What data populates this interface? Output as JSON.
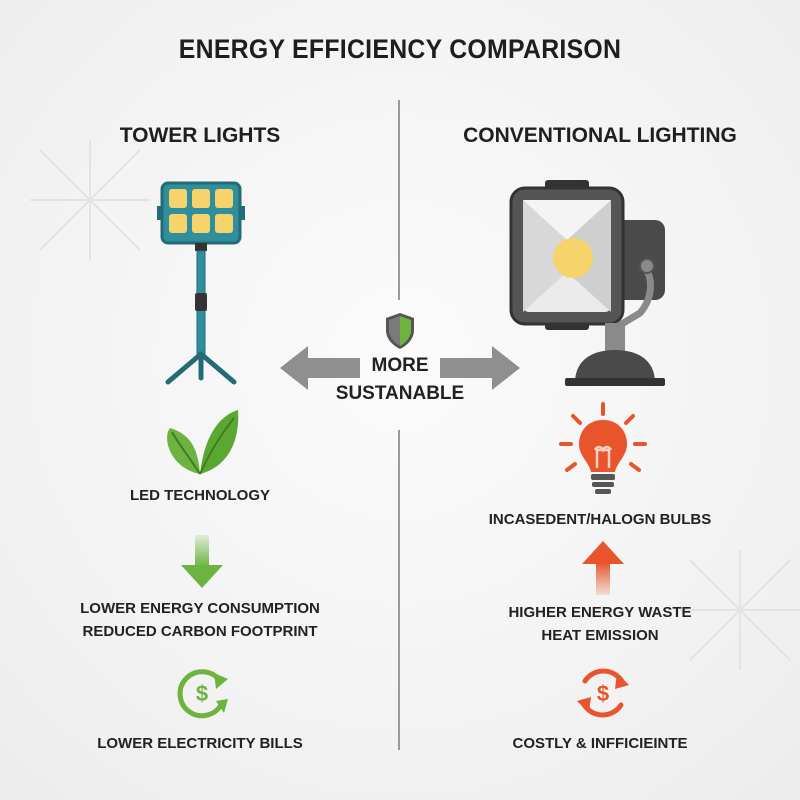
{
  "title": "ENERGY EFFICIENCY COMPARISON",
  "left": {
    "heading": "TOWER LIGHTS",
    "tech_label": "LED TECHNOLOGY",
    "benefit_line1": "LOWER ENERGY CONSUMPTION",
    "benefit_line2": "REDUCED CARBON FOOTPRINT",
    "cost_label": "LOWER ELECTRICITY BILLS"
  },
  "right": {
    "heading": "CONVENTIONAL LIGHTING",
    "tech_label": "INCASEDENT/HALOGN BULBS",
    "drawback_line1": "HIGHER ENERGY WASTE",
    "drawback_line2": "HEAT EMISSION",
    "cost_label": "COSTLY & INFFICIEINTE"
  },
  "center": {
    "line1": "MORE",
    "line2": "SUSTANABLE"
  },
  "icons": {
    "tower": "led-tower-light-icon",
    "flood": "flood-lamp-icon",
    "leaf": "leaf-icon",
    "bulb": "light-bulb-icon",
    "down_arrow": "down-arrow-icon",
    "up_arrow": "up-arrow-icon",
    "dollar_left": "dollar-cycle-icon",
    "dollar_right": "dollar-cycle-icon",
    "shield": "shield-icon",
    "double_arrow": "double-arrow-icon"
  },
  "colors": {
    "green": "#6db33f",
    "red": "#e8542c",
    "teal": "#2f8f9d",
    "grey": "#8f8f8f",
    "yellow": "#f6d36b"
  }
}
